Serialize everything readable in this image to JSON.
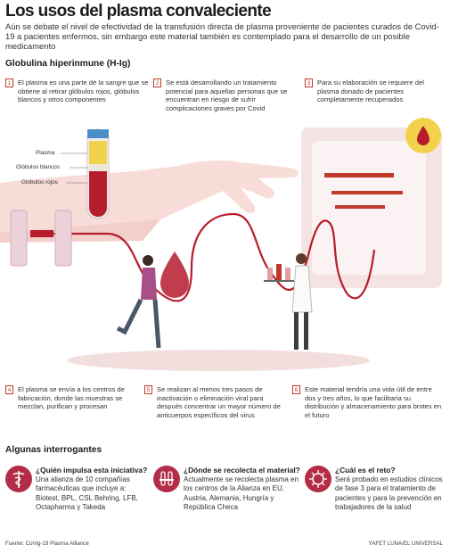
{
  "header": {
    "title": "Los usos del plasma convaleciente",
    "subtitle": "Aún se debate el nivel de efectividad de la transfusión directa de plasma proveniente de pacientes curados de Covid-19 a pacientes enfermos, sin embargo este material también es contemplado para el desarrollo de un posible medicamento"
  },
  "section_main": {
    "title": "Globulina hiperinmune (H-Ig)"
  },
  "steps_top": [
    {
      "n": "1",
      "text": "El plasma es una parte de la sangre que se obtiene al retirar glóbulos rojos, glóbulos blancos y otros componentes"
    },
    {
      "n": "2",
      "text": "Se está desarrollando un tratamiento potencial para aquellas personas que se encuentran en riesgo de sufrir complicaciones graves por Covid"
    },
    {
      "n": "3",
      "text": "Para su elaboración se requiere del plasma donado de pacientes completamente recuperados"
    }
  ],
  "tube_labels": {
    "plasma": "Plasma",
    "white": "Glóbulos blancos",
    "red": "Glóbulos rojos"
  },
  "steps_bottom": [
    {
      "n": "4",
      "text": "El plasma se envía a los centros de fabricación, donde las muestras se mezclan, purifican y procesan"
    },
    {
      "n": "5",
      "text": "Se realizan al menos tres pasos de inactivación o eliminación viral para después concentrar un mayor número de anticuerpos específicos del virus"
    },
    {
      "n": "6",
      "text": "Este material tendría una vida útil de entre dos y tres años, lo que facilitaría su distribución y almacenamiento para brotes en el futuro"
    }
  ],
  "section_questions": {
    "title": "Algunas interrogantes"
  },
  "questions": [
    {
      "icon": "caduceus-icon",
      "title": "¿Quién impulsa esta iniciativa?",
      "body": "Una alianza de 10 compañías farmacéuticas que incluye a: Biotest, BPL, CSL Behring, LFB, Octapharma y Takeda"
    },
    {
      "icon": "test-tubes-icon",
      "title": "¿Dónde se recolecta el material?",
      "body": "Actualmente se recolecta plasma en los centros de la Alianza en EU, Austria, Alemania, Hungría y República Checa"
    },
    {
      "icon": "virus-icon",
      "title": "¿Cuál es el reto?",
      "body": "Será probado en estudios clínicos de fase 3 para el tratamiento de pacientes y para la prevención en trabajadores de la salud"
    }
  ],
  "footer": {
    "source": "Fuente: CoVig-19 Plasma Alliance",
    "credit": "YAFET LUNA/EL UNIVERSAL"
  },
  "colors": {
    "accent": "#c0392b",
    "blood": "#b71c2c",
    "plasma_yellow": "#f2d24a",
    "skin": "#f7dcd8",
    "icon_bg": "#b42d48"
  }
}
